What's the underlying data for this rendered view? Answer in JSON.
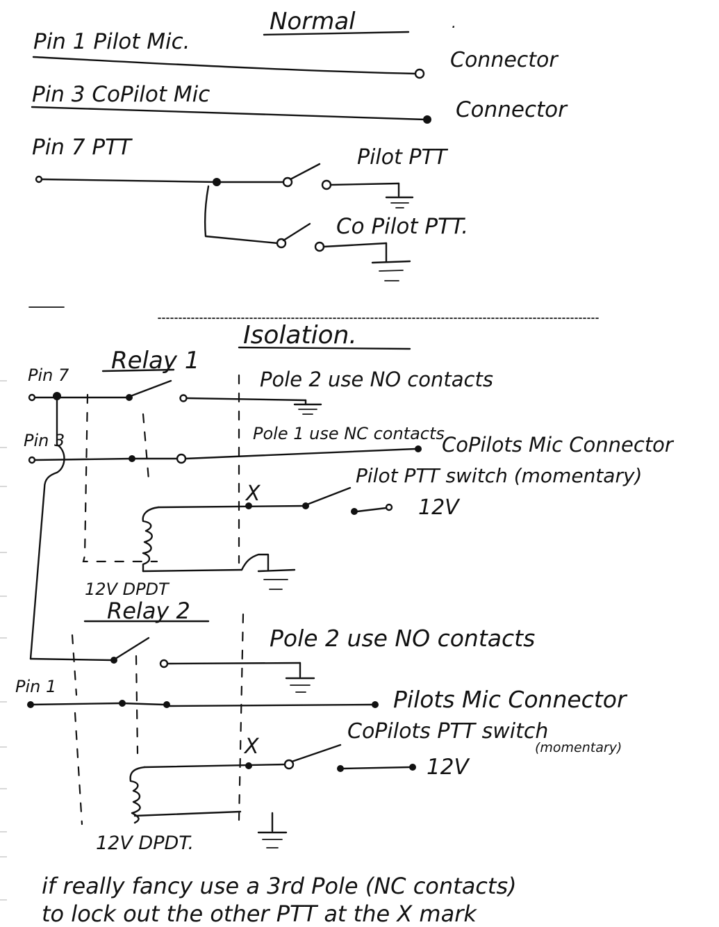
{
  "normal": {
    "heading": "Normal",
    "pin1_label": "Pin 1 Pilot Mic.",
    "pin1_connector": "Connector",
    "pin3_label": "Pin 3 CoPilot Mic",
    "pin3_connector": "Connector",
    "pin7_label": "Pin 7 PTT",
    "pilot_ptt": "Pilot PTT",
    "copilot_ptt": "Co Pilot PTT."
  },
  "isolation": {
    "heading": "Isolation.",
    "relay1": {
      "title": "Relay 1",
      "pin_top": "Pin 7",
      "pin_bottom": "Pin 3",
      "pole2_note": "Pole 2 use NO contacts",
      "pole1_note": "Pole 1 use NC contacts",
      "mic_connector": "CoPilots Mic Connector",
      "ptt_switch": "Pilot PTT switch (momentary)",
      "x_mark": "X",
      "supply": "12V",
      "relay_type": "12V DPDT"
    },
    "relay2": {
      "title": "Relay 2",
      "pin": "Pin 1",
      "pole2_note": "Pole 2 use NO contacts",
      "mic_connector": "Pilots Mic Connector",
      "ptt_switch": "CoPilots PTT switch",
      "ptt_switch_note": "(momentary)",
      "x_mark": "X",
      "supply": "12V",
      "relay_type": "12V DPDT."
    }
  },
  "footer": {
    "line1": "if really fancy use a 3rd Pole (NC contacts)",
    "line2": "to lock out the other PTT at the X mark"
  }
}
